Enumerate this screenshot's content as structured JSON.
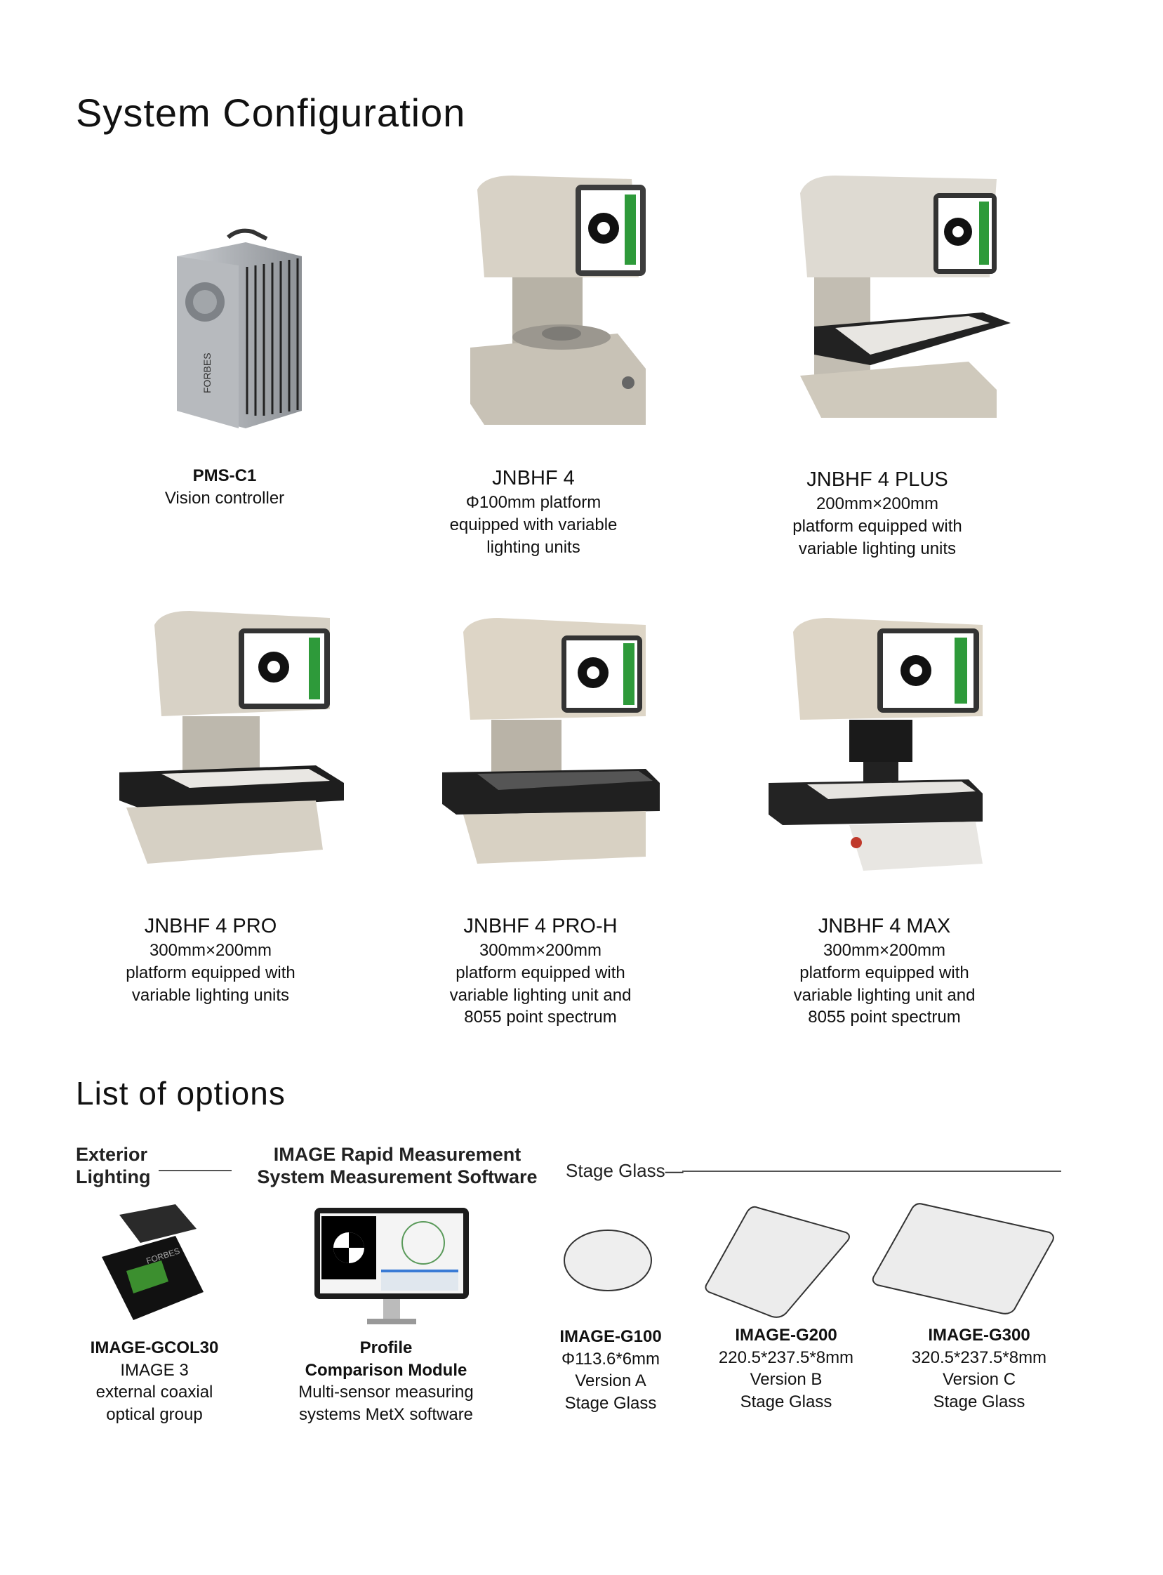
{
  "title": "System Configuration",
  "products": [
    {
      "name": "PMS-C1",
      "desc": [
        "Vision controller"
      ]
    },
    {
      "name": "JNBHF 4",
      "desc": [
        "Φ100mm platform",
        "equipped with variable",
        "lighting units"
      ]
    },
    {
      "name": "JNBHF 4 PLUS",
      "desc": [
        "200mm×200mm",
        "platform equipped with",
        "variable lighting units"
      ]
    },
    {
      "name": "JNBHF 4 PRO",
      "desc": [
        "300mm×200mm",
        "platform equipped with",
        "variable lighting units"
      ]
    },
    {
      "name": "JNBHF 4 PRO-H",
      "desc": [
        "300mm×200mm",
        "platform equipped with",
        "variable lighting unit and",
        "8055 point spectrum"
      ]
    },
    {
      "name": "JNBHF 4 MAX",
      "desc": [
        "300mm×200mm",
        "platform equipped with",
        "variable lighting unit and",
        "8055 point spectrum"
      ]
    }
  ],
  "options_title": "List of options",
  "option_groups": {
    "exterior": [
      "Exterior",
      "Lighting"
    ],
    "software": [
      "IMAGE Rapid Measurement",
      "System Measurement Software"
    ],
    "glass": "Stage Glass—"
  },
  "options": [
    {
      "name": "IMAGE-GCOL30",
      "desc": [
        "IMAGE 3",
        "external coaxial",
        "optical group"
      ]
    },
    {
      "name": "Profile",
      "desc": [
        "Comparison Module",
        "Multi-sensor measuring",
        "systems  MetX software"
      ]
    },
    {
      "name": "IMAGE-G100",
      "desc": [
        "Φ113.6*6mm",
        "Version A",
        "Stage Glass"
      ]
    },
    {
      "name": "IMAGE-G200",
      "desc": [
        "220.5*237.5*8mm",
        "Version B",
        "Stage Glass"
      ]
    },
    {
      "name": "IMAGE-G300",
      "desc": [
        "320.5*237.5*8mm",
        "Version C",
        "Stage Glass"
      ]
    }
  ]
}
